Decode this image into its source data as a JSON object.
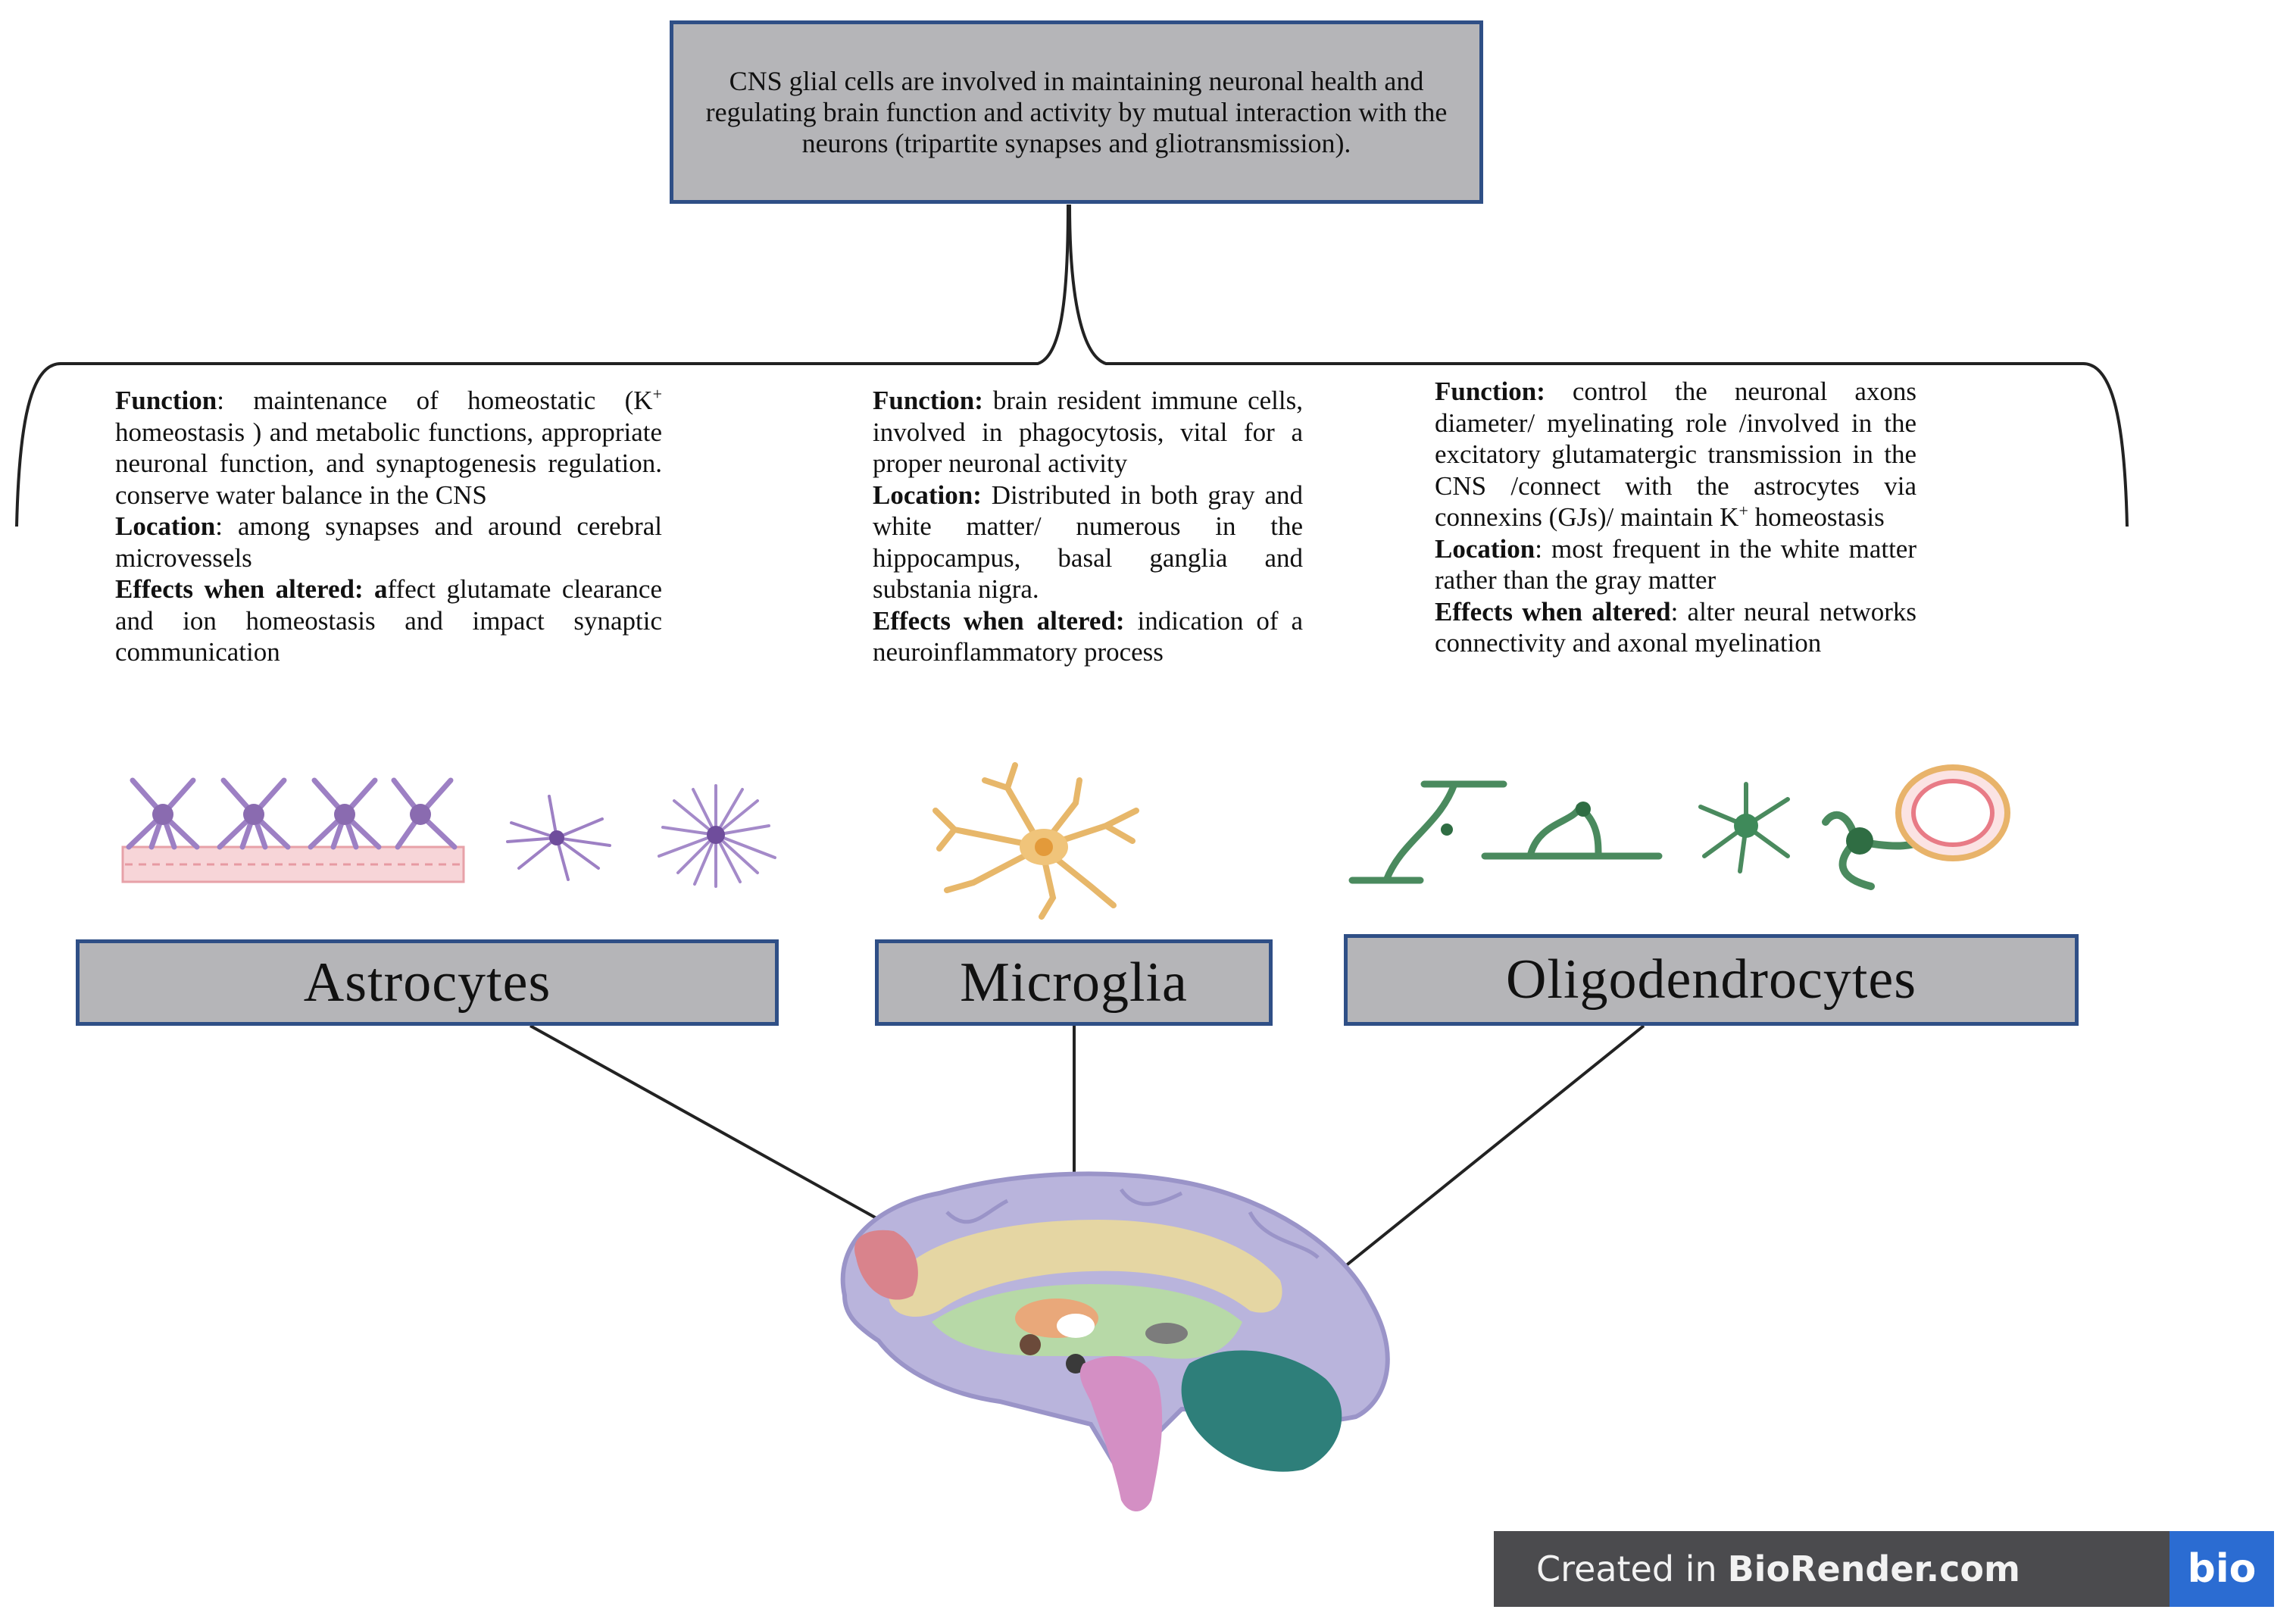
{
  "top_box": {
    "text": "CNS glial cells are involved in maintaining neuronal health and regulating brain function and activity by mutual interaction with the neurons (tripartite synapses and gliotransmission)."
  },
  "astrocytes": {
    "label": "Astrocytes",
    "function_heading": "Function",
    "function_text_a": ": maintenance of homeostatic (K",
    "function_sup": "+",
    "function_text_b": " homeostasis ) and metabolic functions, appropriate neuronal function, and synaptogenesis regulation. conserve water balance in the CNS",
    "location_heading": "Location",
    "location_text": ": among synapses and around cerebral microvessels",
    "effects_heading": "Effects when altered: a",
    "effects_text": "ffect glutamate clearance and ion homeostasis and impact synaptic communication"
  },
  "microglia": {
    "label": "Microglia",
    "function_heading": "Function:",
    "function_text": " brain resident immune cells, involved in phagocytosis, vital for a proper neuronal activity",
    "location_heading": "Location:",
    "location_text": " Distributed in both gray and white matter/ numerous in the hippocampus, basal ganglia and substania nigra.",
    "effects_heading": "Effects when altered:",
    "effects_text": " indication of a neuroinflammatory process"
  },
  "oligodendrocytes": {
    "label": "Oligodendrocytes",
    "function_heading": "Function:",
    "function_text_a": " control the neuronal axons diameter/ myelinating role /involved in the excitatory glutamatergic transmission in the CNS /connect with the astrocytes via connexins (GJs)/ maintain K",
    "function_sup": "+",
    "function_text_b": " homeostasis",
    "location_heading": "Location",
    "location_text": ": most frequent in the white matter rather than the gray matter",
    "effects_heading": "Effects when altered",
    "effects_text": ": alter neural networks connectivity and axonal myelination"
  },
  "badge": {
    "prefix": "Created in",
    "brand": "BioRender.com",
    "logo": "bio"
  },
  "colors": {
    "box_fill": "#b5b5b8",
    "box_border": "#2f4f86",
    "astrocyte": "#8a6bb0",
    "microglia": "#e5b060",
    "oligodendrocyte": "#3f8a5a",
    "badge_bg": "#4b4b4e",
    "badge_logo": "#2b6cd2"
  },
  "icons": [
    "astrocyte-icon",
    "microglia-icon",
    "oligodendrocyte-icon",
    "brain-icon"
  ]
}
